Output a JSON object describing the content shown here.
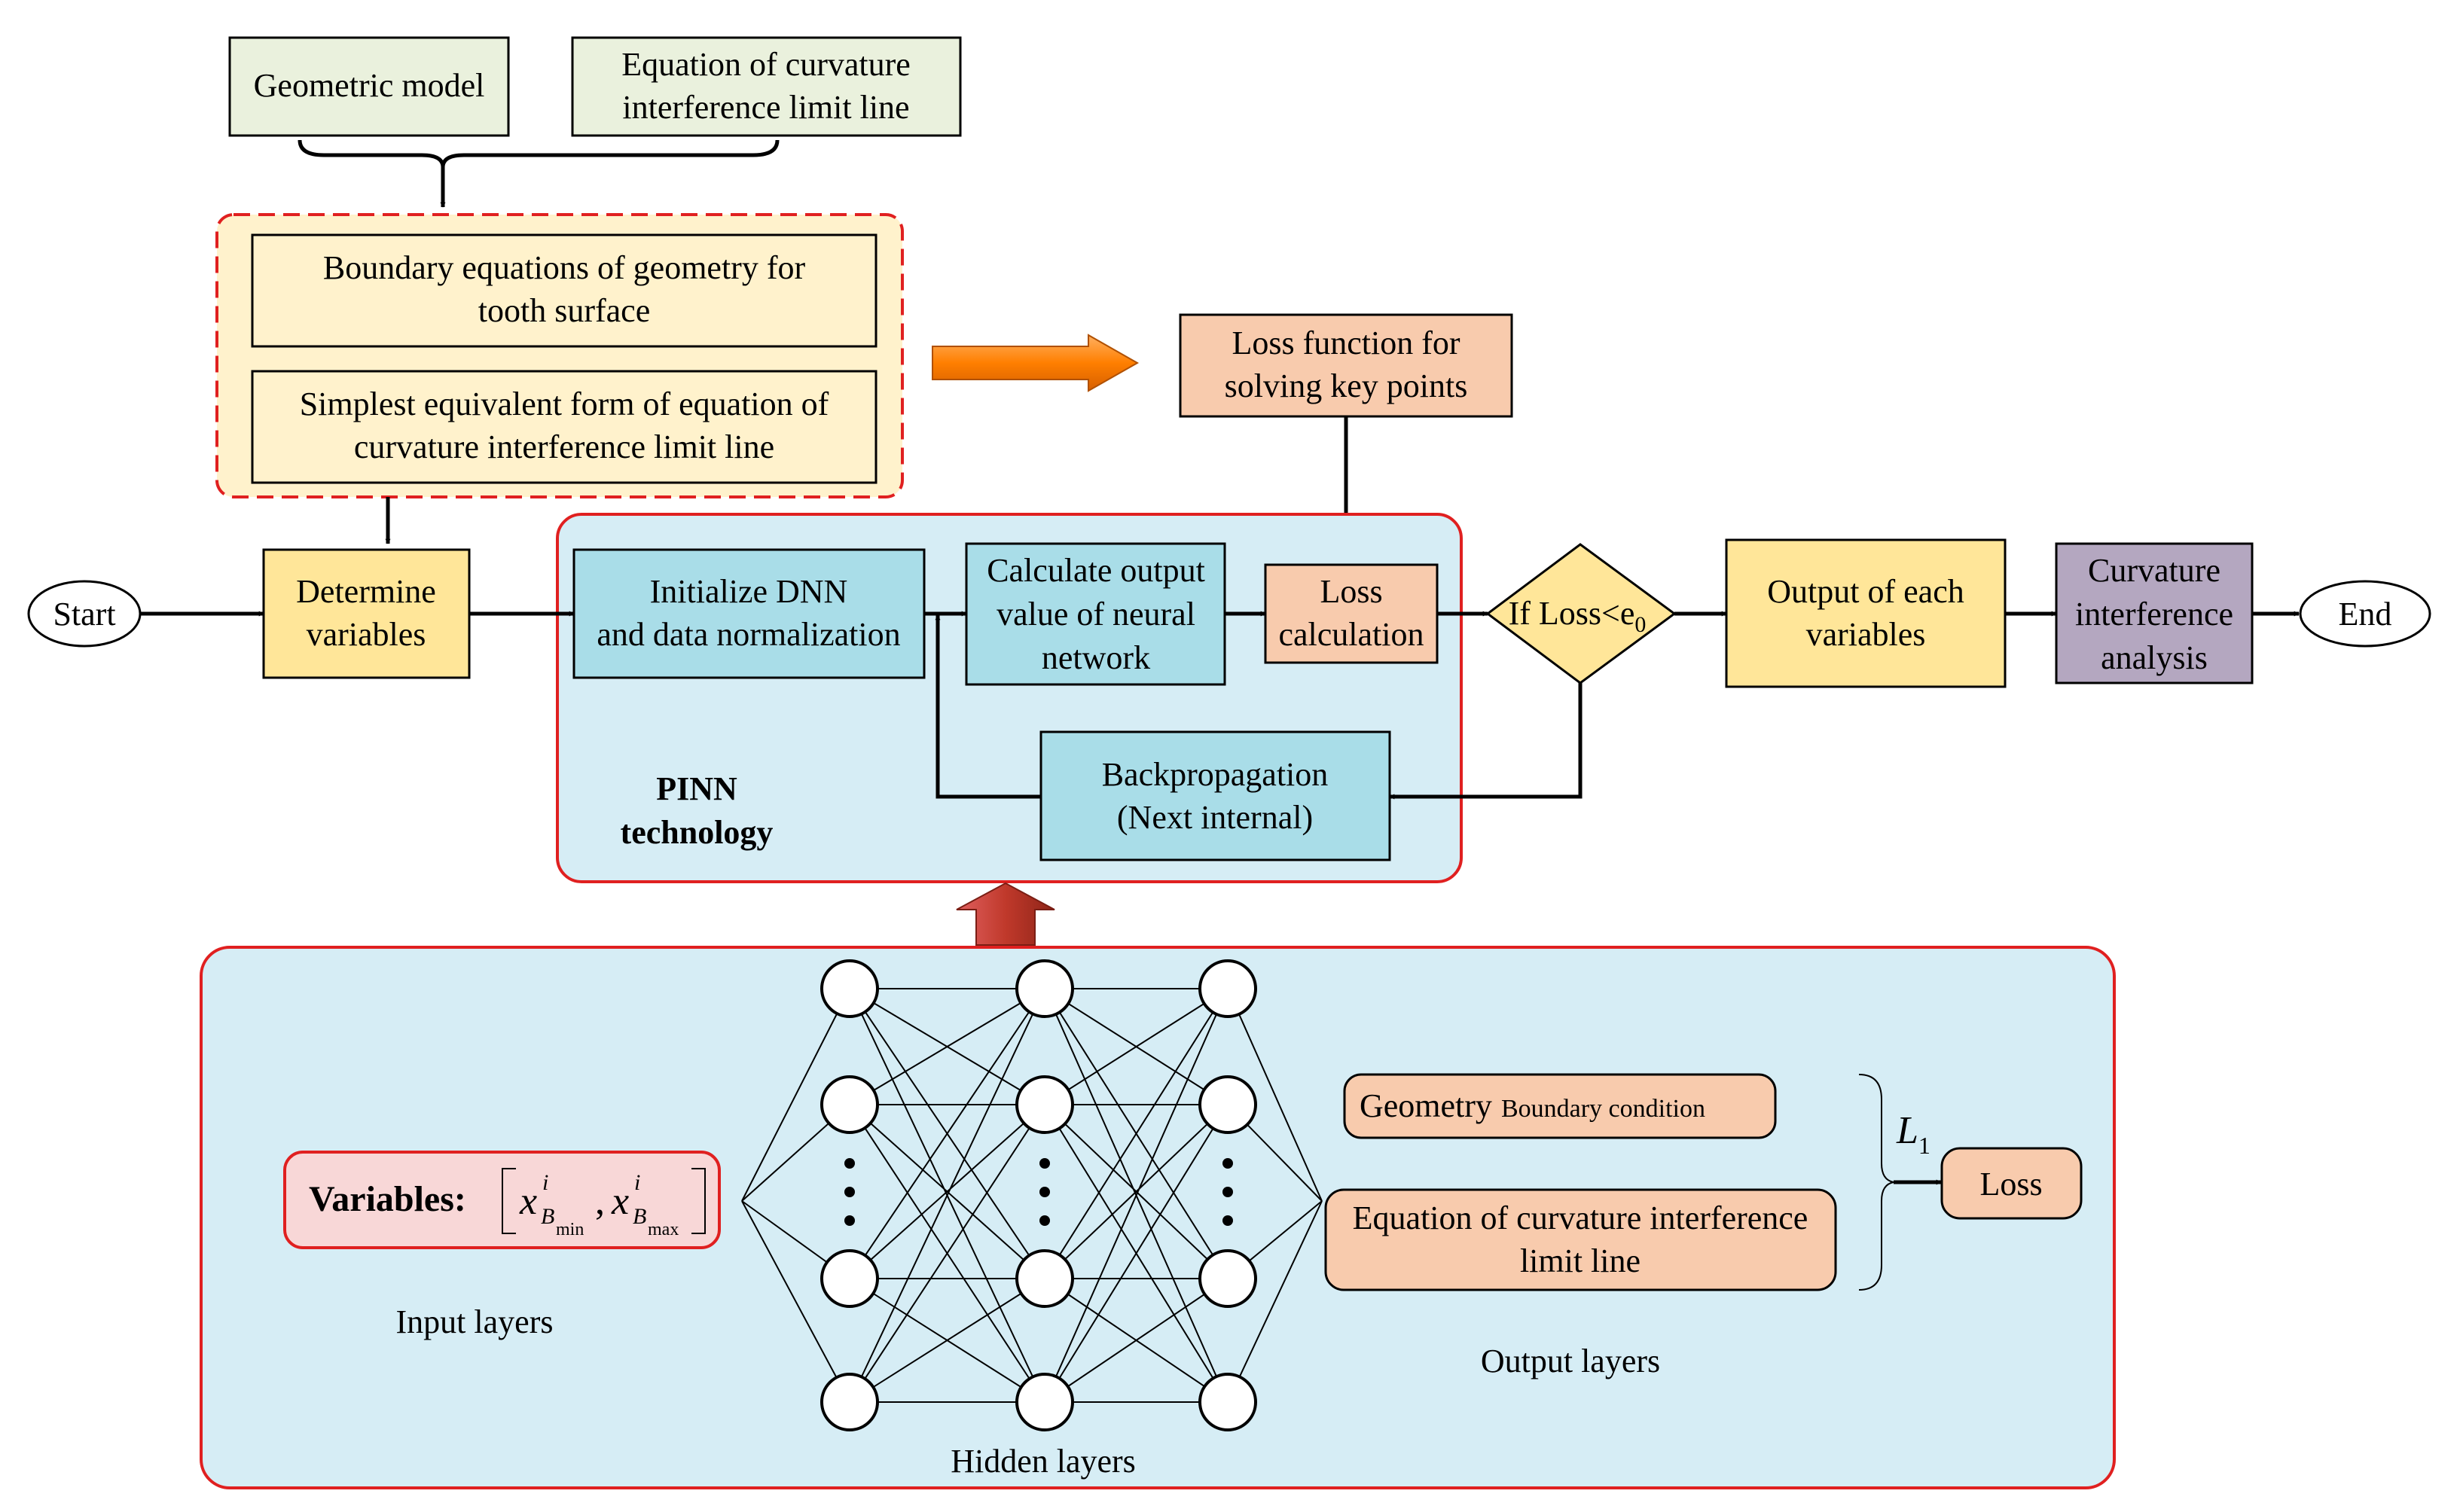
{
  "inputs": {
    "geometric_model": "Geometric model",
    "equation_line1": "Equation of curvature",
    "equation_line2": "interference limit line"
  },
  "boundary_group": {
    "box1_line1": "Boundary equations of geometry for",
    "box1_line2": "tooth surface",
    "box2_line1": "Simplest equivalent form of equation of",
    "box2_line2": "curvature interference limit line"
  },
  "loss_function": {
    "line1": "Loss function for",
    "line2": "solving key points"
  },
  "flow": {
    "start": "Start",
    "determine_line1": "Determine",
    "determine_line2": "variables",
    "init_line1": "Initialize DNN",
    "init_line2": "and data normalization",
    "calc_line1": "Calculate output",
    "calc_line2": "value of  neural",
    "calc_line3": "network",
    "loss_calc_line1": "Loss",
    "loss_calc_line2": "calculation",
    "decision_prefix": "If Loss<e",
    "decision_sub": "0",
    "output_line1": "Output of  each",
    "output_line2": "variables",
    "curv_line1": "Curvature",
    "curv_line2": "interference",
    "curv_line3": "analysis",
    "end": "End",
    "backprop_line1": "Backpropagation",
    "backprop_line2": "(Next internal)",
    "pinn_line1": "PINN",
    "pinn_line2": "technology"
  },
  "network": {
    "variables_label": "Variables:",
    "var_symbol": "x",
    "var_sup": "i",
    "var_sub_base": "B",
    "var_sub_min": "min",
    "var_sub_max": "max",
    "input_layers": "Input layers",
    "hidden_layers": "Hidden layers",
    "output_layers": "Output layers",
    "geometry_big": "Geometry",
    "geometry_small": "Boundary condition",
    "eq_line1": "Equation of curvature interference",
    "eq_line2": "limit line",
    "l_symbol": "L",
    "l_sub": "1",
    "loss": "Loss"
  },
  "colors": {
    "green_box": "#EAF1DD",
    "yellow_light": "#FFF2CC",
    "yellow_box": "#FFE699",
    "orange_box": "#F8CBAD",
    "orange_arrow": "#FF7F00",
    "blue_panel": "#D6EDF5",
    "blue_box": "#A9DDE8",
    "purple_box": "#B4A7C0",
    "red_border": "#E02020",
    "pink_box": "#F8D7D7",
    "red_arrow": "#C0392B"
  }
}
